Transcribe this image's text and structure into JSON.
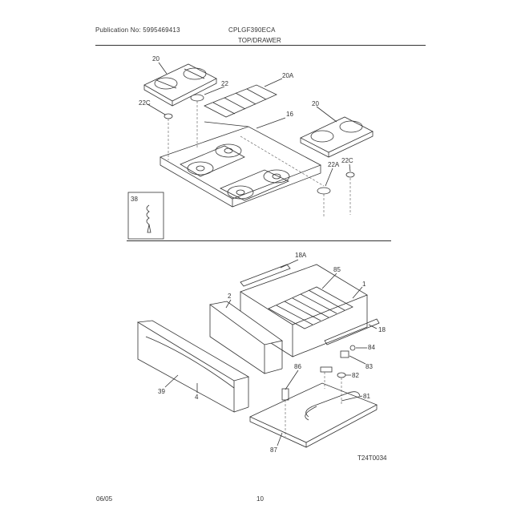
{
  "header": {
    "publication": "Publication No: 5995469413",
    "model": "CPLGF390ECA",
    "section": "TOP/DRAWER"
  },
  "footer": {
    "date": "06/05",
    "page": "10"
  },
  "drawing_code": "T24T0034",
  "callouts": {
    "c20a": "20",
    "c22a": "22",
    "c20b": "20A",
    "c22c": "22C",
    "c16": "16",
    "c20c": "20",
    "c22b": "22A",
    "c22d": "22C",
    "c38": "38",
    "c18a": "18A",
    "c85": "85",
    "c1": "1",
    "c2": "2",
    "c18": "18",
    "c84": "84",
    "c83": "83",
    "c86": "86",
    "c82": "82",
    "c39": "39",
    "c4": "4",
    "c81": "81",
    "c87": "87"
  }
}
